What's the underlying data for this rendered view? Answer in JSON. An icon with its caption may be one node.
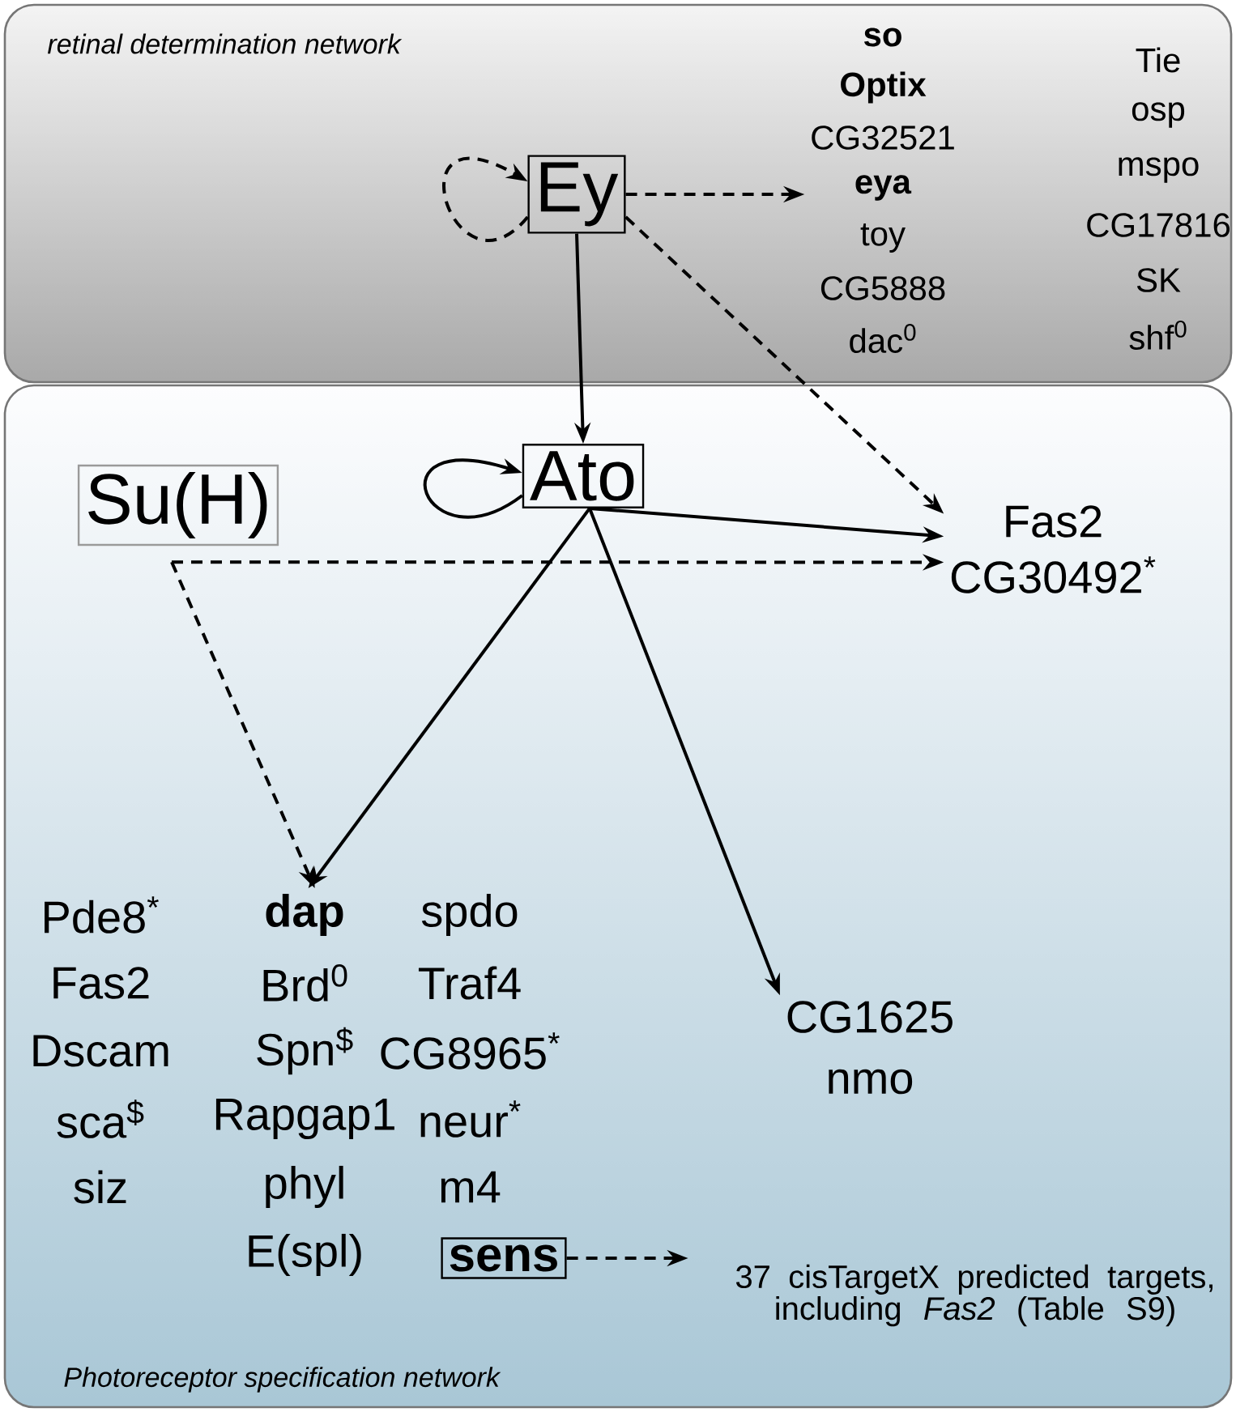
{
  "diagram": {
    "nodes": [
      {
        "text": [
          "retinal determination network"
        ]
      },
      {
        "text": [
          "Ey"
        ],
        "in": 0
      },
      {
        "text": [
          "**so**",
          "**Optix**",
          "CG32521",
          "**eya**",
          "toy",
          "CG5888",
          "dac$^{0}$",
          "Tie",
          "osp",
          "mspo",
          "CG17816",
          "SK",
          "shf$^{0}$"
        ],
        "in": 0
      },
      {
        "text": [
          "Photoreceptor specification network"
        ]
      },
      {
        "text": [
          "Ato"
        ],
        "in": 3
      },
      {
        "text": [
          "Su(H)"
        ],
        "in": 3
      },
      {
        "text": [
          "Fas2",
          "CG30492$^{*}$"
        ],
        "in": 3
      },
      {
        "text": [
          "Pde8$^{*}$",
          "Fas2",
          "Dscam",
          "sca$^{$}$",
          "siz",
          "**dap**",
          "Brd$^{0}$",
          "Spn$^{$}$",
          "Rapgap1",
          "phyl",
          "E(spl)",
          "spdo",
          "Traf4",
          "CG8965$^{*}$",
          "neur$^{*}$",
          "m4"
        ],
        "in": 3
      },
      {
        "text": [
          "sens"
        ],
        "in": 3
      },
      {
        "text": [
          "CG1625",
          "nmo"
        ],
        "in": 3
      },
      {
        "text": [
          "37 cisTargetX predicted targets, including *Fas2* (Table S9)"
        ],
        "in": 3
      }
    ],
    "edges": [
      {
        "from": 1,
        "to": 1,
        "arrow": "to",
        "style": "dashed"
      },
      {
        "from": 1,
        "to": 2,
        "arrow": "to",
        "style": "dashed"
      },
      {
        "from": 1,
        "to": 4,
        "arrow": "to"
      },
      {
        "from": 1,
        "to": 6,
        "arrow": "to",
        "style": "dashed"
      },
      {
        "from": 4,
        "to": 4,
        "arrow": "to"
      },
      {
        "from": 4,
        "to": 6,
        "arrow": "to"
      },
      {
        "from": 4,
        "to": 7,
        "arrow": "to"
      },
      {
        "from": 4,
        "to": 9,
        "arrow": "to"
      },
      {
        "from": 5,
        "to": 6,
        "arrow": "to",
        "style": "dashed"
      },
      {
        "from": 5,
        "to": 7,
        "arrow": "to",
        "style": "dashed"
      },
      {
        "from": 8,
        "to": 10,
        "arrow": "to",
        "style": "dashed"
      }
    ]
  }
}
